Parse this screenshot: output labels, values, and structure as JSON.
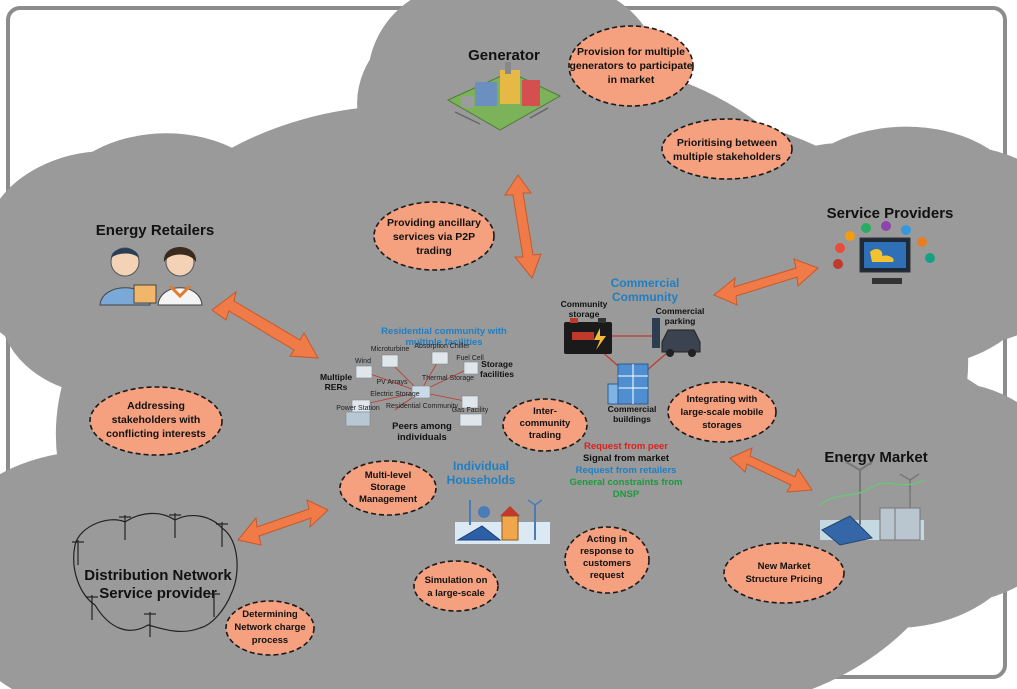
{
  "stakeholders": {
    "generator": "Generator",
    "retailers": "Energy Retailers",
    "service_providers": "Service Providers",
    "energy_market": "Energy Market",
    "dnsp_line1": "Distribution Network",
    "dnsp_line2": "Service provider"
  },
  "community": {
    "residential_line1": "Residential community with",
    "residential_line2": "multiple facilities",
    "multiple_rers_1": "Multiple",
    "multiple_rers_2": "RERs",
    "storage_fac_1": "Storage",
    "storage_fac_2": "facilities",
    "peers_1": "Peers among",
    "peers_2": "individuals",
    "commercial_1": "Commercial",
    "commercial_2": "Community",
    "community_storage_1": "Community",
    "community_storage_2": "storage",
    "commercial_parking_1": "Commercial",
    "commercial_parking_2": "parking",
    "commercial_buildings_1": "Commercial",
    "commercial_buildings_2": "buildings",
    "households_1": "Individual",
    "households_2": "Households",
    "res_labels": [
      "Wind",
      "Microturbine",
      "Absorption Chiller",
      "Fuel Cell",
      "Power Station",
      "Residential Community",
      "PV Arrays",
      "Gas Facility",
      "Thermal Storage",
      "Electric Storage"
    ]
  },
  "signals": {
    "peer": "Request from peer",
    "market": "Signal from market",
    "retailers": "Request from retailers",
    "dnsp_1": "General constraints from",
    "dnsp_2": "DNSP",
    "colors": {
      "peer": "#e0201b",
      "market": "#111111",
      "retailers": "#1f7fc4",
      "dnsp": "#1a9a3c"
    }
  },
  "notes": {
    "provision": [
      "Provision for multiple",
      "generators to participate",
      "in market"
    ],
    "prioritising": [
      "Prioritising between",
      "multiple stakeholders"
    ],
    "ancillary": [
      "Providing ancillary",
      "services via P2P",
      "trading"
    ],
    "addressing": [
      "Addressing",
      "stakeholders with",
      "conflicting interests"
    ],
    "integrating": [
      "Integrating with",
      "large-scale mobile",
      "storages"
    ],
    "inter_community": [
      "Inter-",
      "community",
      "trading"
    ],
    "multi_level": [
      "Multi-level",
      "Storage",
      "Management"
    ],
    "acting": [
      "Acting in",
      "response to",
      "customers",
      "request"
    ],
    "simulation": [
      "Simulation on",
      "a large-scale"
    ],
    "new_market": [
      "New Market",
      "Structure Pricing"
    ],
    "network_charge": [
      "Determining",
      "Network charge",
      "process"
    ]
  },
  "icons": [
    "power-plant-icon",
    "retailers-people-icon",
    "digital-services-icon",
    "wind-solar-market-icon",
    "distribution-poles-icon",
    "battery-icon",
    "electric-car-icon",
    "office-building-icon",
    "household-energy-icon"
  ]
}
